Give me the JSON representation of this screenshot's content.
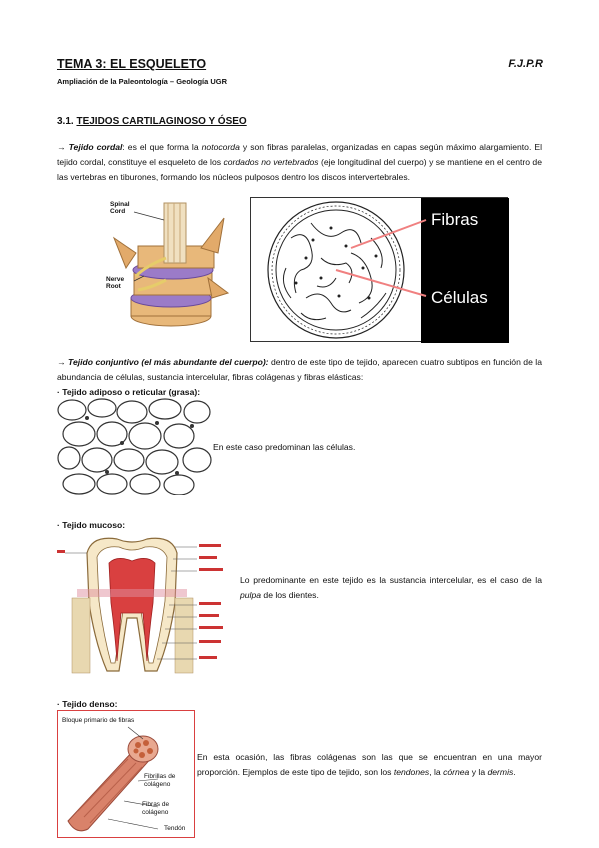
{
  "header": {
    "title": "TEMA 3: EL ESQUELETO",
    "author": "F.J.P.R",
    "subtitle": "Ampliación de la Paleontología – Geología UGR"
  },
  "section": {
    "number": "3.1.",
    "title": "TEJIDOS CARTILAGINOSO Y ÓSEO"
  },
  "cordal": {
    "arrow": "→",
    "term": "Tejido cordal",
    "text1": ": es el que forma la ",
    "notocorda": "notocorda",
    "text2": " y son fibras paralelas, organizadas en capas según máximo alargamiento.  El tejido cordal, constituye el esqueleto de los ",
    "cordados": "cordados no vertebrados",
    "text3": " (eje longitudinal del cuerpo) y se mantiene en el centro de las vertebras en tiburones, formando los núcleos pulposos dentro los discos intervertebrales."
  },
  "fig1": {
    "spinal_cord": "Spinal Cord",
    "nerve_root": "Nerve Root"
  },
  "fig2": {
    "fibras": "Fibras",
    "celulas": "Células"
  },
  "conjuntivo": {
    "arrow": "→",
    "term": "Tejido conjuntivo (el más abundante del cuerpo):",
    "text": " dentro de este tipo de tejido, aparecen cuatro subtipos en función de la abundancia de células, sustancia intercelular, fibras colágenas y fibras elásticas:"
  },
  "adiposo": {
    "heading": "· Tejido adiposo o reticular (grasa):",
    "text": "En este caso predominan las células."
  },
  "mucoso": {
    "heading": "· Tejido mucoso:",
    "text1": "Lo predominante en este tejido es la sustancia intercelular, es el caso de la ",
    "pulpa": "pulpa",
    "text2": " de los dientes."
  },
  "denso": {
    "heading": "· Tejido denso:",
    "text1": "En esta ocasión, las fibras colágenas son las que se encuentran en una mayor proporción. Ejemplos de este tipo de tejido, son los ",
    "tendones": "tendones",
    "text2": ", la ",
    "cornea": "córnea",
    "text3": " y la ",
    "dermis": "dermis",
    "text4": ".",
    "label_bloque": "Bloque primario de fibras",
    "label_fibrillas": "Fibrillas de colágeno",
    "label_fibras": "Fibras de colágeno",
    "label_tendon": "Tendón"
  },
  "colors": {
    "vertebra": "#e8b87a",
    "disc": "#9b7bc8",
    "spinal": "#f0e0c0",
    "pointer": "#f08080",
    "tooth_red": "#d94040",
    "tendon": "#d9826a"
  }
}
